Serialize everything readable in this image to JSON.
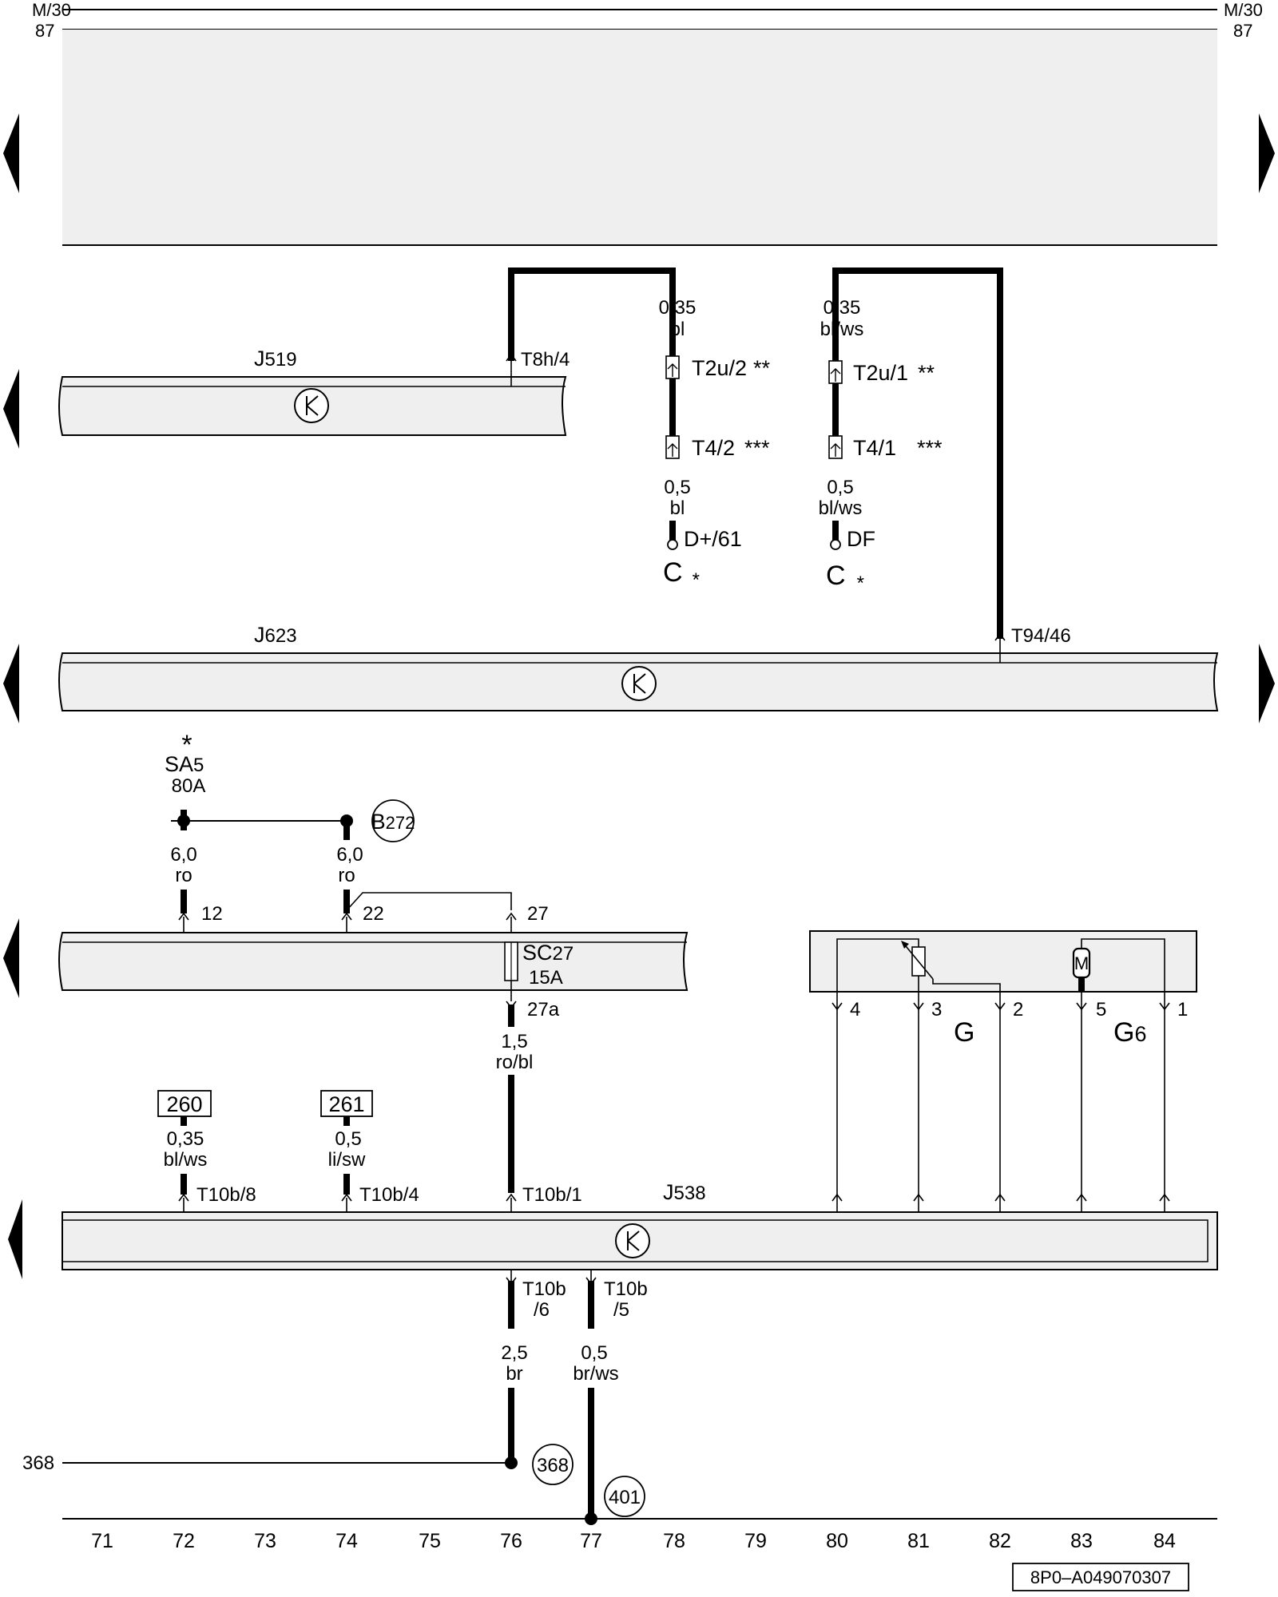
{
  "rails": {
    "top_left_1": "M/30",
    "top_left_2": "87",
    "top_right_1": "M/30",
    "top_right_2": "87"
  },
  "components": {
    "j519": {
      "letter": "J",
      "num": "519"
    },
    "j623": {
      "letter": "J",
      "num": "623"
    },
    "j538": {
      "letter": "J",
      "num": "538"
    },
    "sa5": {
      "star": "*",
      "letter": "SA",
      "num": "5",
      "rating": "80A"
    },
    "sc27": {
      "letter": "SC",
      "num": "27",
      "rating": "15A"
    },
    "g": "G",
    "g6": {
      "letter": "G",
      "num": "6"
    },
    "b272": {
      "letter": "B",
      "num": "272"
    },
    "c_left": {
      "letter": "C",
      "star": "*"
    },
    "c_right": {
      "letter": "C",
      "star": "*"
    },
    "motor_symbol": "M"
  },
  "connectors": {
    "t8h4": "T8h/4",
    "t2u2": "T2u/2",
    "t2u2_stars": "**",
    "t4_2": "T4/2",
    "t4_2_stars": "***",
    "t2u1": "T2u/1",
    "t2u1_stars": "**",
    "t4_1": "T4/1",
    "t4_1_stars": "***",
    "d61": "D+/61",
    "df": "DF",
    "t94_46": "T94/46",
    "pin12": "12",
    "pin22": "22",
    "pin27": "27",
    "pin27a": "27a",
    "t10b8": "T10b/8",
    "t10b4": "T10b/4",
    "t10b1": "T10b/1",
    "t10b6_a": "T10b",
    "t10b6_b": "/6",
    "t10b5_a": "T10b",
    "t10b5_b": "/5",
    "g_pin4": "4",
    "g_pin3": "3",
    "g_pin2": "2",
    "g6_pin5": "5",
    "g6_pin1": "1"
  },
  "wires": {
    "w1": {
      "size": "0,35",
      "color": "bl"
    },
    "w2": {
      "size": "0,5",
      "color": "bl"
    },
    "w3": {
      "size": "0,35",
      "color": "bl/ws"
    },
    "w4": {
      "size": "0,5",
      "color": "bl/ws"
    },
    "w5": {
      "size": "6,0",
      "color": "ro"
    },
    "w6": {
      "size": "6,0",
      "color": "ro"
    },
    "w7": {
      "size": "1,5",
      "color": "ro/bl"
    },
    "w8": {
      "size": "0,35",
      "color": "bl/ws"
    },
    "w9": {
      "size": "0,5",
      "color": "li/sw"
    },
    "w10": {
      "size": "2,5",
      "color": "br"
    },
    "w11": {
      "size": "0,5",
      "color": "br/ws"
    }
  },
  "references": {
    "box260": "260",
    "box261": "261",
    "circle368": "368",
    "circle401": "401",
    "left368": "368"
  },
  "columns": [
    "71",
    "72",
    "73",
    "74",
    "75",
    "76",
    "77",
    "78",
    "79",
    "80",
    "81",
    "82",
    "83",
    "84"
  ],
  "doc_id": "8P0–A049070307"
}
